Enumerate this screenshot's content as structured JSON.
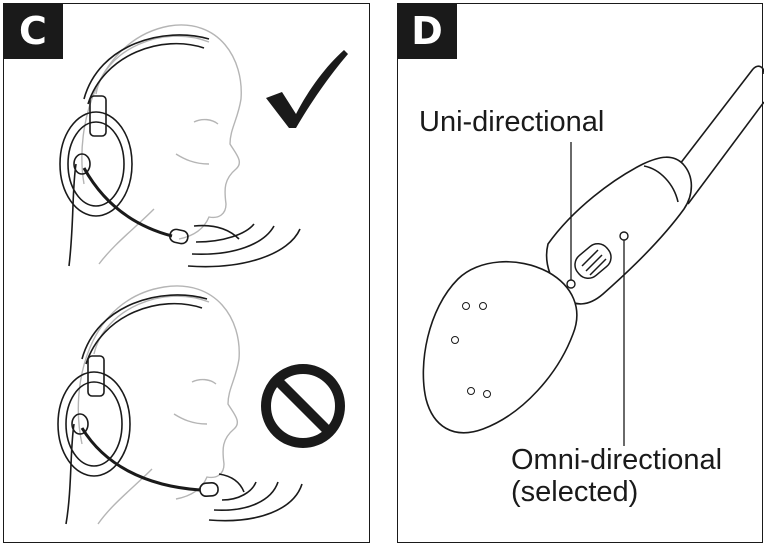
{
  "panels": [
    {
      "tag": "C"
    },
    {
      "tag": "D"
    }
  ],
  "labels": {
    "uni": "Uni-directional",
    "omni_line1": "Omni-directional",
    "omni_line2": "(selected)"
  },
  "icons": {
    "correct": "checkmark-icon",
    "incorrect": "prohibited-icon"
  },
  "colors": {
    "ink": "#1a1a1a",
    "sketch": "#b5b5b5"
  }
}
